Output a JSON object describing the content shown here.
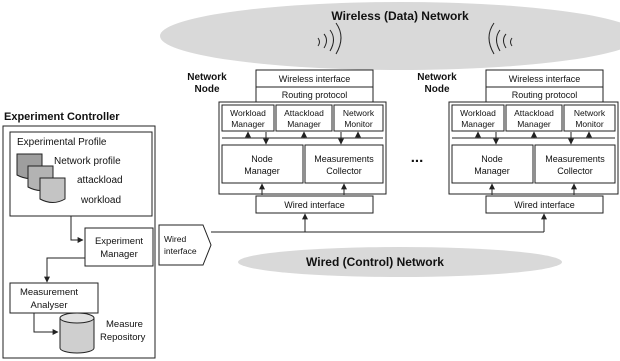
{
  "wireless_network": {
    "label": "Wireless (Data) Network"
  },
  "wired_network": {
    "label": "Wired (Control) Network"
  },
  "nodes": [
    {
      "title": [
        "Network",
        "Node"
      ],
      "wireless_interface": "Wireless interface",
      "routing_protocol": "Routing protocol",
      "workload_manager": [
        "Workload",
        "Manager"
      ],
      "attackload_manager": [
        "Attackload",
        "Manager"
      ],
      "network_monitor": [
        "Network",
        "Monitor"
      ],
      "node_manager": [
        "Node",
        "Manager"
      ],
      "measurements_collector": [
        "Measurements",
        "Collector"
      ],
      "wired_interface": "Wired interface"
    },
    {
      "title": [
        "Network",
        "Node"
      ],
      "wireless_interface": "Wireless interface",
      "routing_protocol": "Routing protocol",
      "workload_manager": [
        "Workload",
        "Manager"
      ],
      "attackload_manager": [
        "Attackload",
        "Manager"
      ],
      "network_monitor": [
        "Network",
        "Monitor"
      ],
      "node_manager": [
        "Node",
        "Manager"
      ],
      "measurements_collector": [
        "Measurements",
        "Collector"
      ],
      "wired_interface": "Wired interface"
    }
  ],
  "ellipsis": "...",
  "controller": {
    "title": "Experiment Controller",
    "profile_title": "Experimental Profile",
    "profile_items": [
      "Network profile",
      "attackload",
      "workload"
    ],
    "experiment_manager": [
      "Experiment",
      "Manager"
    ],
    "wired_interface": [
      "Wired",
      "interface"
    ],
    "measurement_analyser": [
      "Measurement",
      "Analyser"
    ],
    "measure_repository": [
      "Measure",
      "Repository"
    ]
  },
  "colors": {
    "cloud": "#d9d9d9",
    "doc": "#b3b3b3",
    "db": "#cfcfcf",
    "line": "#222222"
  }
}
